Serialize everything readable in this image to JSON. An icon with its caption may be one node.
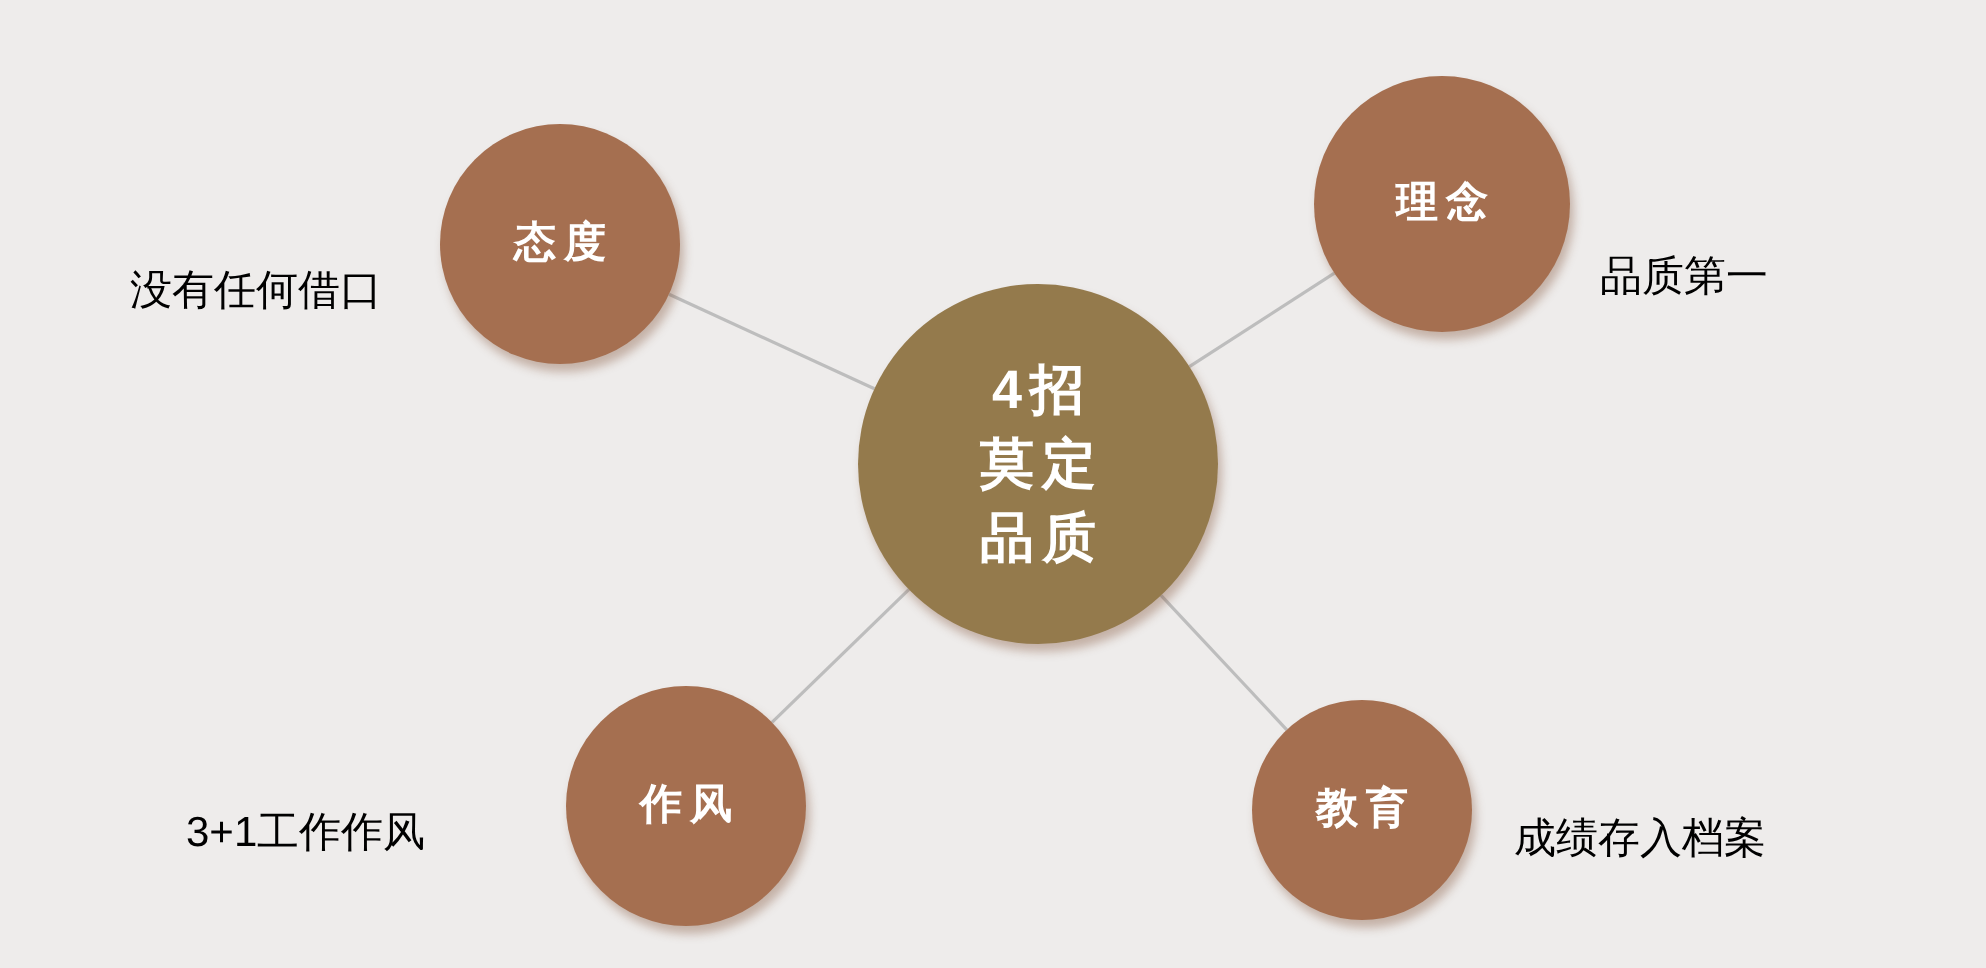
{
  "diagram": {
    "nodes": [
      {
        "text": [
          "4招莫定品质"
        ]
      },
      {
        "text": [
          "态度"
        ],
        "beside": [
          "没有任何借口"
        ]
      },
      {
        "text": [
          "理念"
        ],
        "beside": [
          "品质第一"
        ]
      },
      {
        "text": [
          "作风"
        ],
        "beside": [
          "3+1工作作风"
        ]
      },
      {
        "text": [
          "教育"
        ],
        "beside": [
          "成绩存入档案"
        ]
      }
    ],
    "edges": [
      {
        "from": 0,
        "to": 1,
        "arrow": "none"
      },
      {
        "from": 0,
        "to": 2,
        "arrow": "none"
      },
      {
        "from": 0,
        "to": 3,
        "arrow": "none"
      },
      {
        "from": 0,
        "to": 4,
        "arrow": "none"
      }
    ]
  }
}
